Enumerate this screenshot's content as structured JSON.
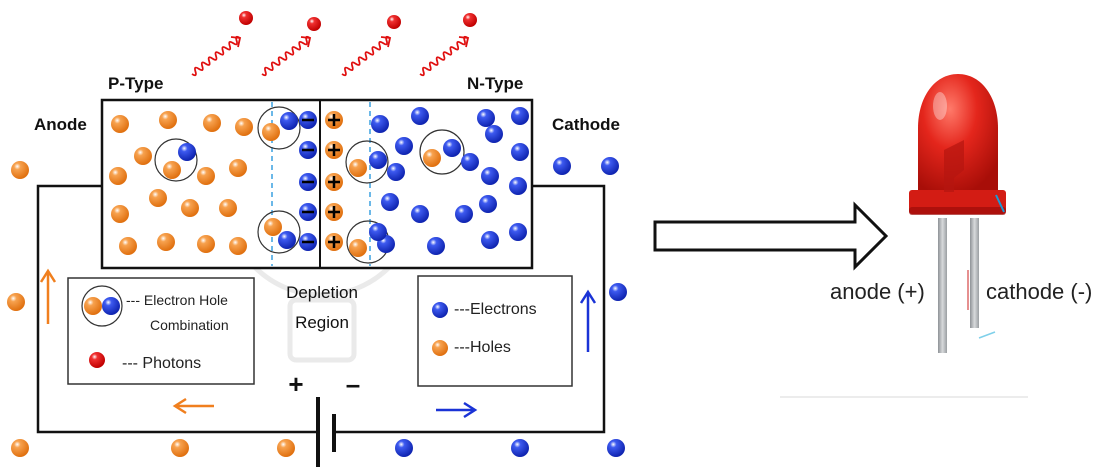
{
  "labels": {
    "p_type": "P-Type",
    "n_type": "N-Type",
    "anode": "Anode",
    "cathode": "Cathode",
    "depletion_line1": "Depletion",
    "depletion_line2": "Region",
    "battery_plus": "+",
    "battery_minus": "–",
    "led_anode": "anode (+)",
    "led_cathode": "cathode (-)"
  },
  "legend_left": {
    "combination_line1": "--- Electron Hole",
    "combination_line2": "Combination",
    "photons": "--- Photons"
  },
  "legend_right": {
    "electrons": "---Electrons",
    "holes": "---Holes"
  },
  "colors": {
    "hole": "#f07f1e",
    "electron": "#1a33d6",
    "photon": "#e01010",
    "led_red": "#e41b17",
    "leg": "#b0b4b8",
    "line": "#111111",
    "arrow_orange": "#f07f1e",
    "arrow_blue": "#1a33d6",
    "dashed": "#3aa0e0"
  },
  "icons": {
    "led": "led-component-icon",
    "arrow": "hollow-right-arrow-icon",
    "battery": "battery-symbol-icon",
    "photon_wave": "wavy-photon-icon"
  }
}
